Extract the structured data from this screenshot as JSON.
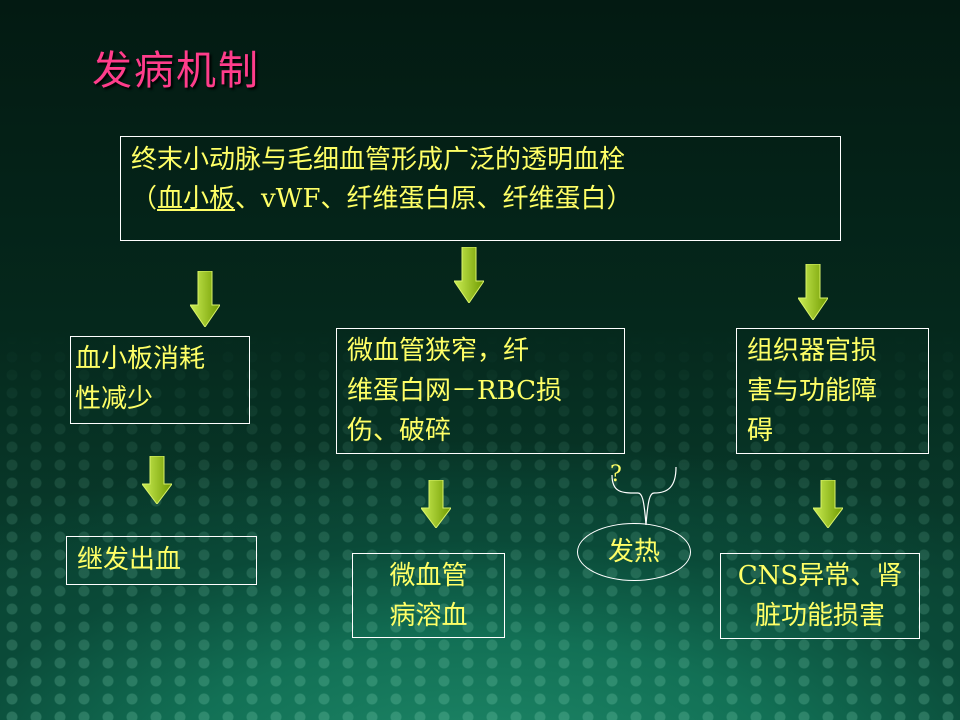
{
  "title": "发病机制",
  "top_box": {
    "line1": "终末小动脉与毛细血管形成广泛的透明血栓",
    "line2_open": "（",
    "line2_underlined": "血小板",
    "line2_rest": "、vWF、纤维蛋白原、纤维蛋白）"
  },
  "left_box": [
    "血小板消耗",
    "性减少"
  ],
  "middle_box": [
    "微血管狭窄，纤",
    "维蛋白网－RBC损",
    "伤、破碎"
  ],
  "right_box": [
    "组织器官损",
    "害与功能障",
    "碍"
  ],
  "bottom_left": "继发出血",
  "bottom_middle": [
    "微血管",
    "病溶血"
  ],
  "question_mark": "?",
  "fever": "发热",
  "bottom_right": [
    "CNS异常、肾",
    "脏功能损害"
  ],
  "colors": {
    "title": "#ff3d8b",
    "text": "#ffff66",
    "arrow": "#99cc00",
    "border": "#ffffff"
  }
}
